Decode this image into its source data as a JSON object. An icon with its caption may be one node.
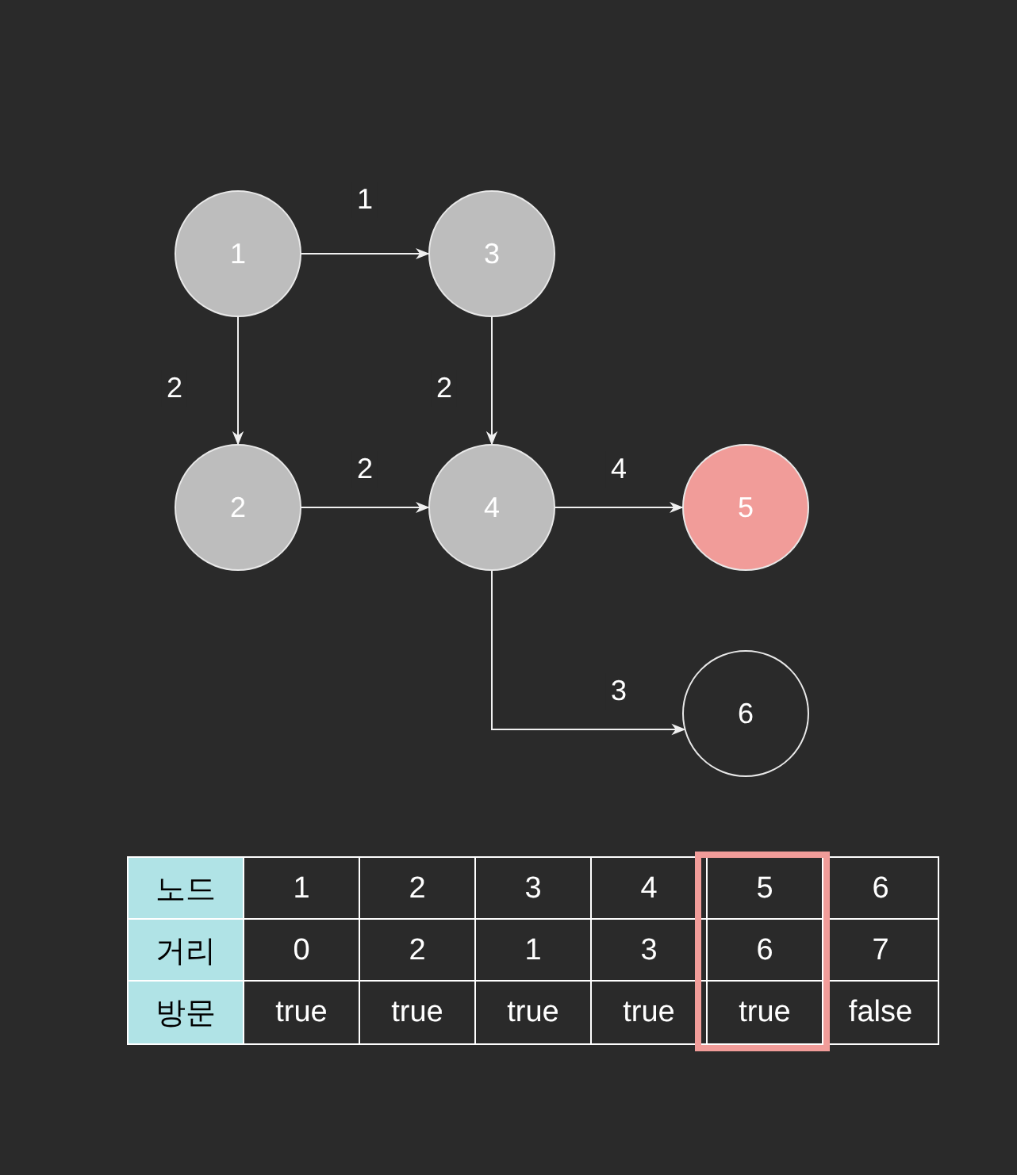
{
  "diagram": {
    "nodes": [
      {
        "text": [
          "1"
        ]
      },
      {
        "text": [
          "3"
        ]
      },
      {
        "text": [
          "2"
        ]
      },
      {
        "text": [
          "4"
        ]
      },
      {
        "text": [
          "5"
        ]
      },
      {
        "text": [
          "6"
        ]
      }
    ],
    "edges": [
      {
        "from": 0,
        "to": 1,
        "arrow": "to",
        "label": "1"
      },
      {
        "from": 0,
        "to": 2,
        "arrow": "to",
        "label": "2"
      },
      {
        "from": 1,
        "to": 3,
        "arrow": "to",
        "label": "2"
      },
      {
        "from": 2,
        "to": 3,
        "arrow": "to",
        "label": "2"
      },
      {
        "from": 3,
        "to": 4,
        "arrow": "to",
        "label": "4"
      },
      {
        "from": 3,
        "to": 5,
        "arrow": "to",
        "label": "3"
      }
    ],
    "labels": [
      "노드",
      "1",
      "2",
      "3",
      "4",
      "5",
      "6",
      "거리",
      "0",
      "2",
      "1",
      "3",
      "6",
      "7",
      "방문",
      "true",
      "true",
      "true",
      "true",
      "true",
      "false"
    ]
  }
}
